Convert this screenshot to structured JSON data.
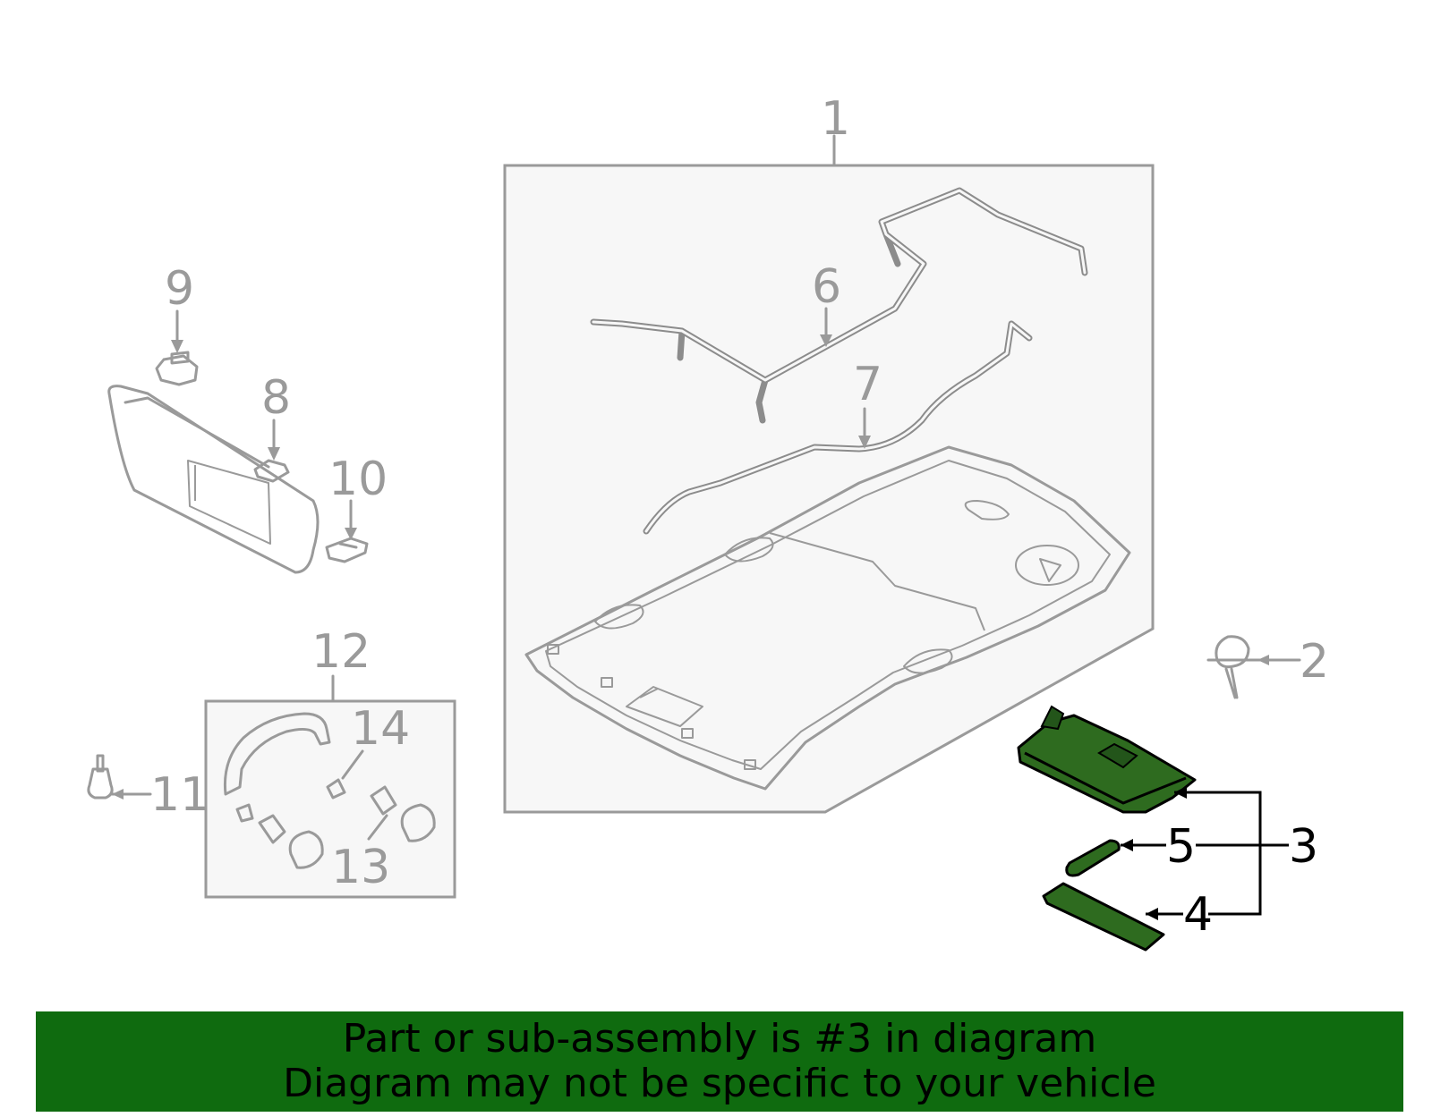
{
  "callouts": {
    "c1": "1",
    "c2": "2",
    "c3": "3",
    "c4": "4",
    "c5": "5",
    "c6": "6",
    "c7": "7",
    "c8": "8",
    "c9": "9",
    "c10": "10",
    "c11": "11",
    "c12": "12",
    "c13": "13",
    "c14": "14"
  },
  "highlight_part": "3",
  "colors": {
    "highlight_green": "#2e6b1f",
    "banner_green": "#0f6b0f",
    "line_gray": "#9a9a9a"
  },
  "banner": {
    "line1": "Part or sub-assembly is #3 in diagram",
    "line2": "Diagram may not be specific to your vehicle"
  }
}
